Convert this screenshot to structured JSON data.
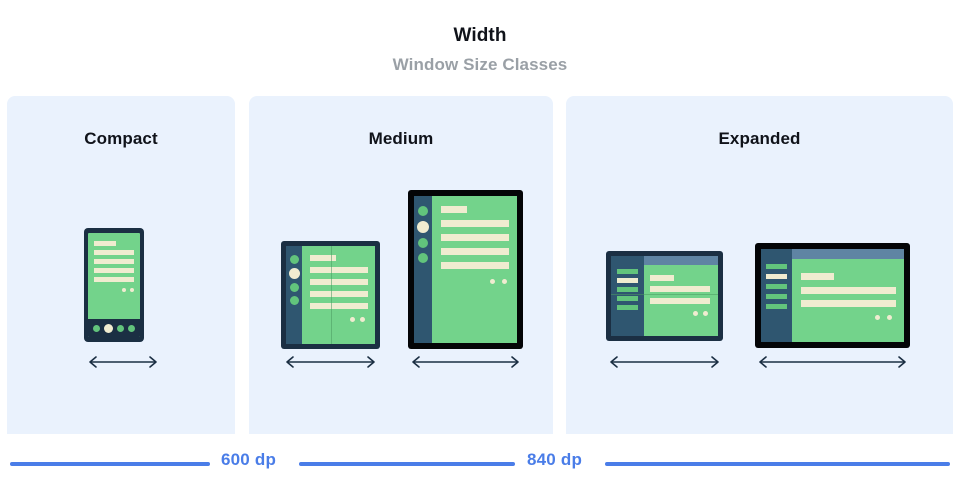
{
  "header": {
    "title": "Width",
    "subtitle": "Window Size Classes"
  },
  "panels": [
    {
      "key": "compact",
      "heading": "Compact",
      "devices": [
        "phone-portrait"
      ],
      "arrows": 1
    },
    {
      "key": "medium",
      "heading": "Medium",
      "devices": [
        "foldable-portrait",
        "tablet-portrait"
      ],
      "arrows": 2
    },
    {
      "key": "expanded",
      "heading": "Expanded",
      "devices": [
        "foldable-landscape",
        "tablet-landscape"
      ],
      "arrows": 2
    }
  ],
  "scale": {
    "breakpoints": [
      {
        "label": "600 dp"
      },
      {
        "label": "840 dp"
      }
    ]
  },
  "colors": {
    "panel_background": "#eaf2fd",
    "page_background": "#ffffff",
    "title": "#10131a",
    "subtitle": "#9aa0a6",
    "accent_blue": "#4a7de8",
    "device_frame_navy": "#1b2f43",
    "device_frame_black": "#040507",
    "screen_green": "#73d38b",
    "content_cream": "#f0ecd0",
    "rail_slate": "#2f5670",
    "topbar_blue": "#5f84a3",
    "arrow_navy": "#1b2f43"
  }
}
